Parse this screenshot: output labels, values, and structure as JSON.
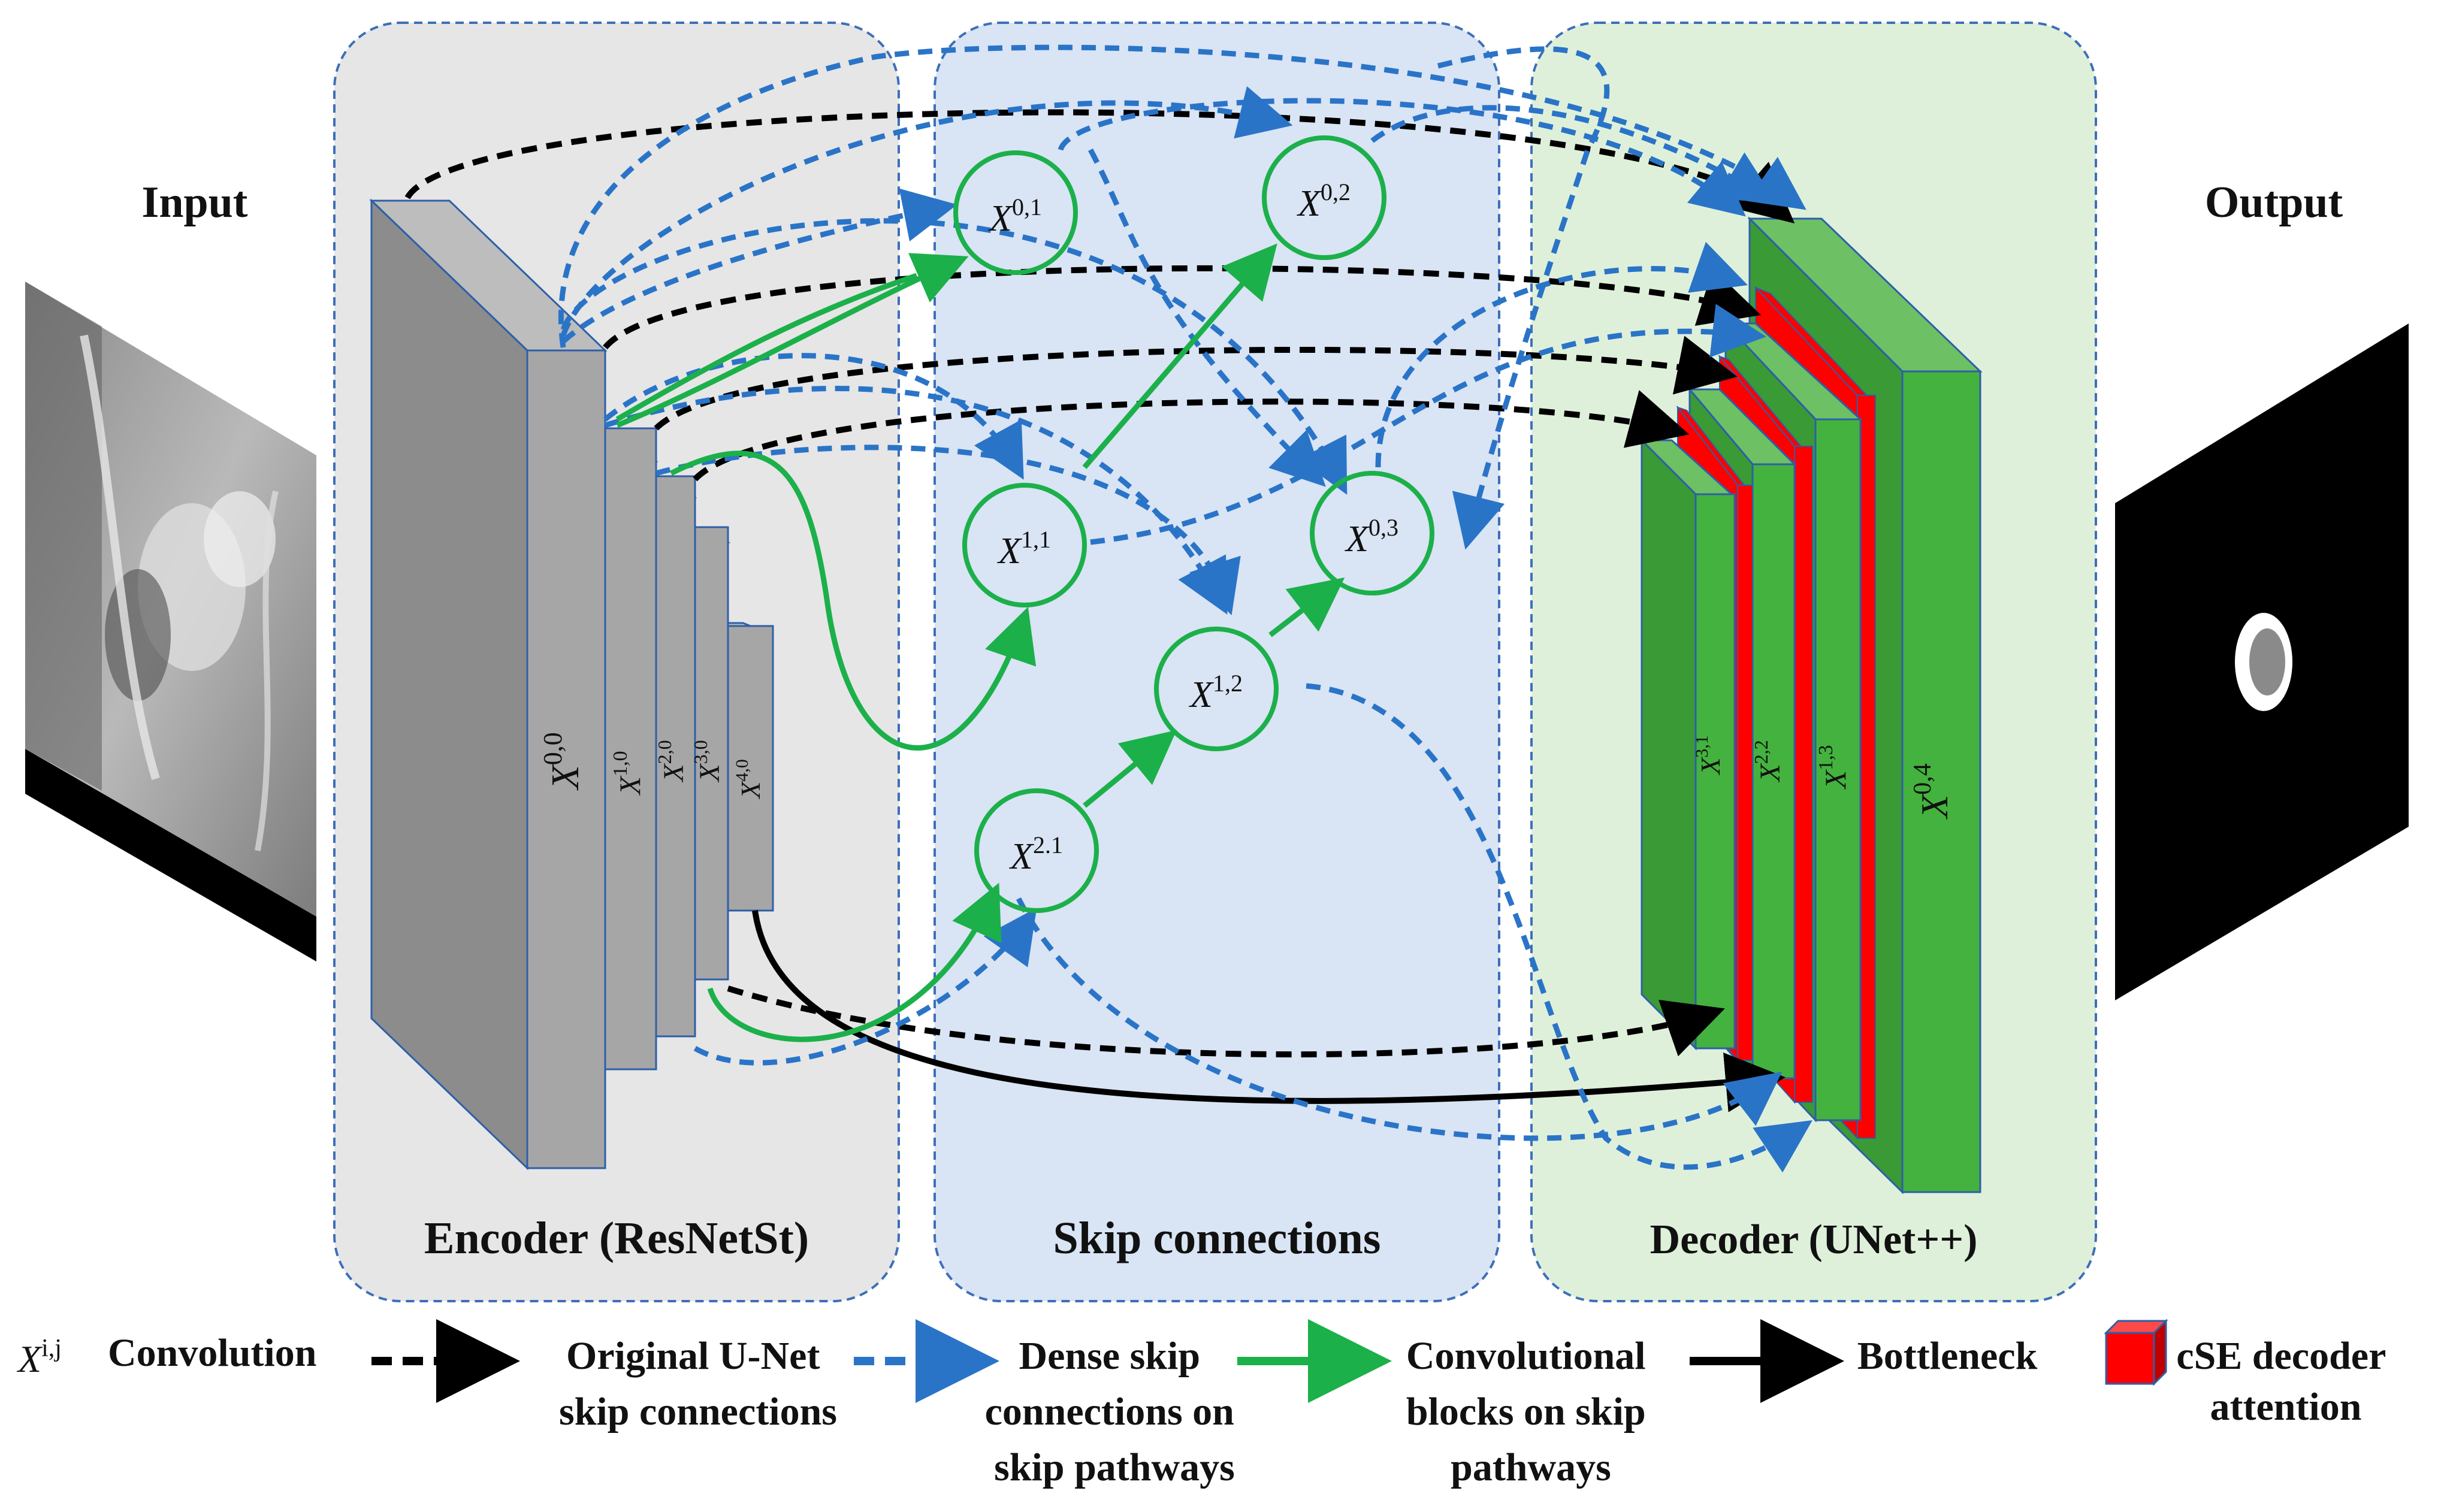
{
  "titles": {
    "input": "Input",
    "output": "Output"
  },
  "panels": {
    "encoder": "Encoder (ResNetSt)",
    "skip": "Skip connections",
    "decoder": "Decoder (UNet++)"
  },
  "encoder_blocks": [
    {
      "base": "X",
      "sup": "0,0"
    },
    {
      "base": "X",
      "sup": "1,0"
    },
    {
      "base": "X",
      "sup": "2,0"
    },
    {
      "base": "X",
      "sup": "3,0"
    },
    {
      "base": "X",
      "sup": "4,0"
    }
  ],
  "nodes": [
    {
      "id": "x01",
      "base": "X",
      "sup": "0,1"
    },
    {
      "id": "x02",
      "base": "X",
      "sup": "0,2"
    },
    {
      "id": "x11",
      "base": "X",
      "sup": "1,1"
    },
    {
      "id": "x03",
      "base": "X",
      "sup": "0,3"
    },
    {
      "id": "x12",
      "base": "X",
      "sup": "1,2"
    },
    {
      "id": "x21",
      "base": "X",
      "sup": "2.1"
    }
  ],
  "decoder_blocks": [
    {
      "base": "X",
      "sup": "3,1"
    },
    {
      "base": "X",
      "sup": "2,2"
    },
    {
      "base": "X",
      "sup": "1,3"
    },
    {
      "base": "X",
      "sup": "0,4"
    }
  ],
  "legend": {
    "symbol_base": "X",
    "symbol_sup": "i,j",
    "convolution": "Convolution",
    "original": [
      "Original U-Net",
      "skip connections"
    ],
    "dense": [
      "Dense skip",
      "connections on",
      "skip pathways"
    ],
    "conv_blocks": [
      "Convolutional",
      "blocks on skip",
      "pathways"
    ],
    "bottleneck": "Bottleneck",
    "cse": [
      "cSE decoder",
      "attention"
    ]
  },
  "colors": {
    "encoder_panel": "#e6e6e6",
    "skip_panel": "#d9e4f4",
    "decoder_panel": "#dff0da",
    "panel_border": "#3d6fb8",
    "encoder_block": "#a6a6a6",
    "decoder_block": "#44b23e",
    "attention": "#ff0000",
    "dense_arrow": "#2a74c8",
    "conv_arrow": "#1cb04a",
    "original_arrow": "#000000",
    "node_stroke": "#1cb04a"
  }
}
